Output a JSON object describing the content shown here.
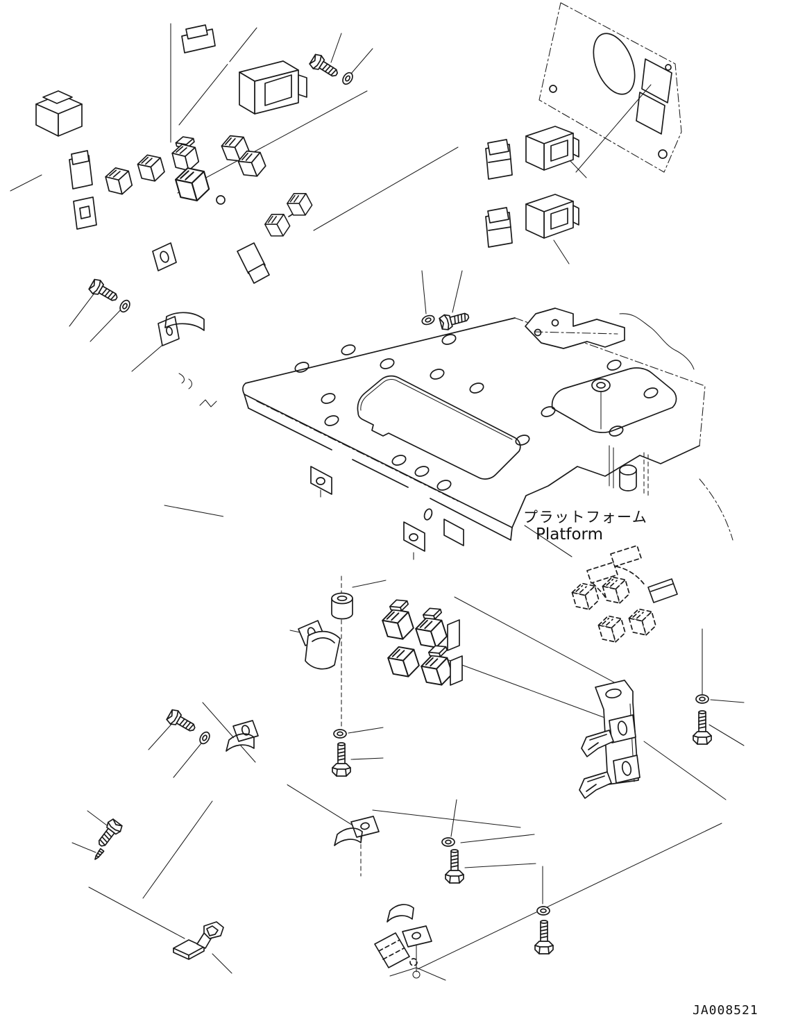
{
  "page": {
    "background": "#ffffff",
    "line_color": "#1a1a1a",
    "kind": "parts-catalog line drawing"
  },
  "diagram": {
    "labels": {
      "platform_jp": "プラットフォーム",
      "platform_en": "Platform",
      "drawing_number": "JA008521"
    },
    "components": [
      "wiring harness assembly with connector cluster",
      "plug and switch coupler (top)",
      "two plug-and-switch couplers (upper right)",
      "phantom dash panel with oval cutout",
      "platform plate with holes, cutout and mounting feet",
      "main cable run with clamps",
      "connector block cluster with grommet and clamp terminal",
      "mating connector bundle (phantom)",
      "mounting bracket with wire clips",
      "L-bracket",
      "bolts, washers and pin screw"
    ]
  }
}
